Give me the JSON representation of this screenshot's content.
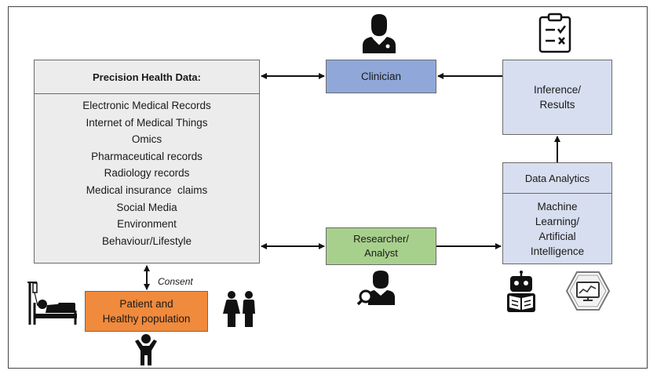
{
  "precision_health": {
    "title": "Precision Health Data:",
    "items": [
      "Electronic Medical Records",
      "Internet of Medical Things",
      "Omics",
      "Pharmaceutical records",
      "Radiology records",
      "Medical insurance  claims",
      "Social Media",
      "Environment",
      "Behaviour/Lifestyle"
    ]
  },
  "clinician": {
    "label": "Clinician"
  },
  "researcher": {
    "line1": "Researcher/",
    "line2": "Analyst"
  },
  "inference": {
    "line1": "Inference/",
    "line2": "Results"
  },
  "analytics": {
    "title": "Data Analytics",
    "lines": [
      "Machine",
      "Learning/",
      "Artificial",
      "Intelligence"
    ]
  },
  "patient": {
    "line1": "Patient and",
    "line2": "Healthy population"
  },
  "consent": {
    "label": "Consent"
  },
  "icons": [
    "doctor-icon",
    "clipboard-checklist-icon",
    "researcher-search-icon",
    "robot-reading-icon",
    "analytics-monitor-icon",
    "hospital-bed-icon",
    "couple-icon",
    "child-icon"
  ]
}
